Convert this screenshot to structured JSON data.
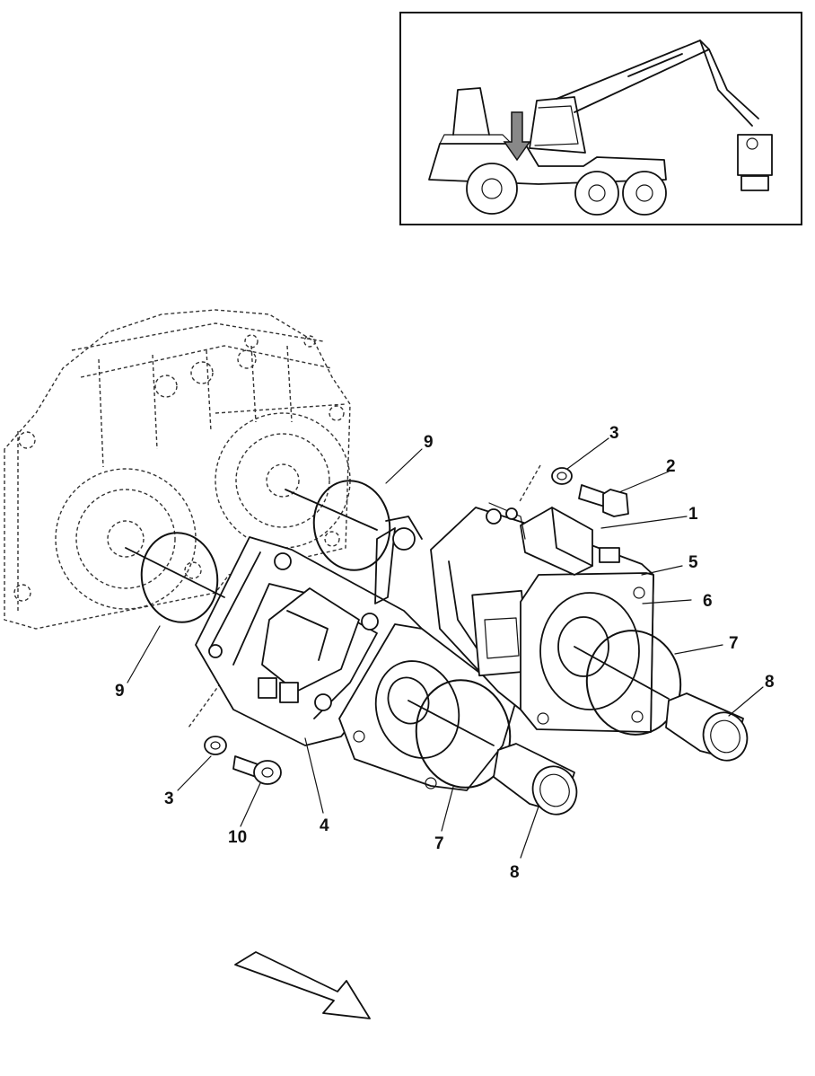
{
  "callouts": [
    {
      "id": "c1",
      "text": "1"
    },
    {
      "id": "c2",
      "text": "2"
    },
    {
      "id": "c3a",
      "text": "3"
    },
    {
      "id": "c3b",
      "text": "3"
    },
    {
      "id": "c4",
      "text": "4"
    },
    {
      "id": "c5",
      "text": "5"
    },
    {
      "id": "c6",
      "text": "6"
    },
    {
      "id": "c7a",
      "text": "7"
    },
    {
      "id": "c7b",
      "text": "7"
    },
    {
      "id": "c8a",
      "text": "8"
    },
    {
      "id": "c8b",
      "text": "8"
    },
    {
      "id": "c9a",
      "text": "9"
    },
    {
      "id": "c9b",
      "text": "9"
    },
    {
      "id": "c10",
      "text": "10"
    }
  ],
  "inset_machine_icon": "harvester-machine-icon",
  "direction_icon": "direction-arrow-icon"
}
